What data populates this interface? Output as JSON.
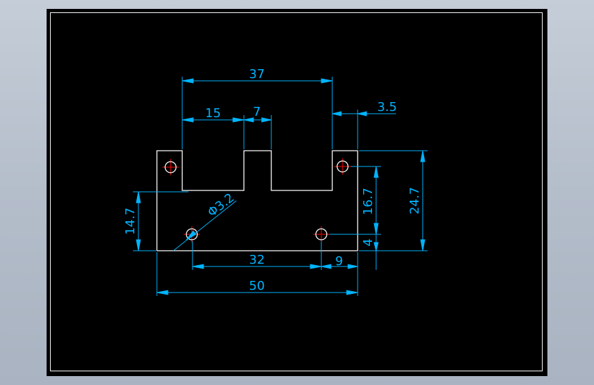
{
  "drawing": {
    "dimensions": {
      "top_width": "37",
      "left_span": "15",
      "slot_width": "7",
      "right_edge": "3.5",
      "bottom_hole_spacing": "32",
      "right_hole_offset": "9",
      "overall_width": "50",
      "left_height": "14.7",
      "right_height_inner": "16.7",
      "right_height_outer": "24.7",
      "bottom_offset": "4",
      "hole_diameter": "Φ3.2"
    },
    "colors": {
      "background": "#000000",
      "outline": "#ffffff",
      "dimension": "#00b4ff",
      "centerline": "#ff0000"
    }
  }
}
